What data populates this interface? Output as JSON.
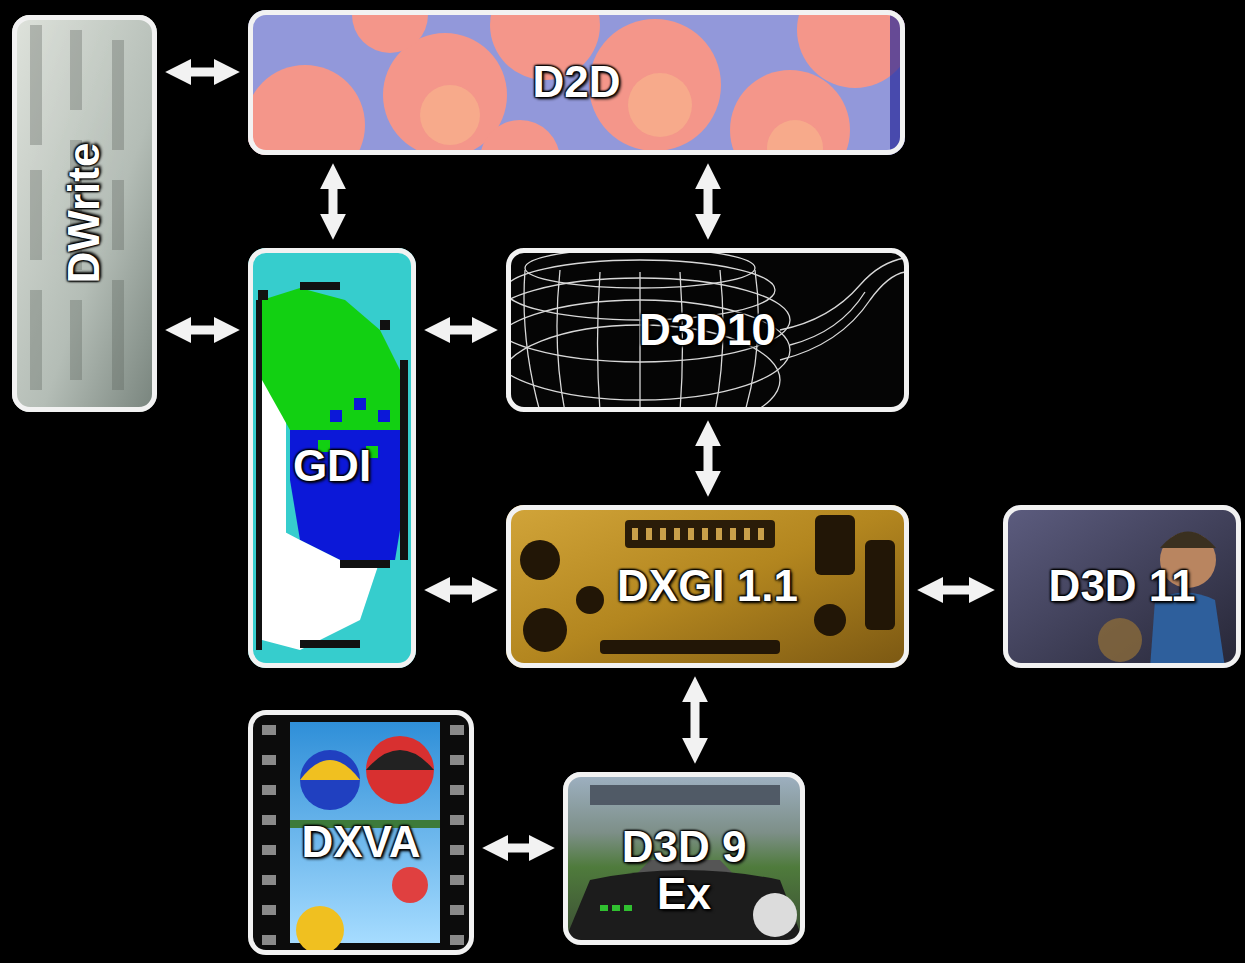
{
  "diagram": {
    "nodes": [
      {
        "text": [
          "DWrite"
        ]
      },
      {
        "text": [
          "D2D"
        ]
      },
      {
        "text": [
          "GDI"
        ]
      },
      {
        "text": [
          "D3D10"
        ]
      },
      {
        "text": [
          "DXGI 1.1"
        ]
      },
      {
        "text": [
          "D3D 11"
        ]
      },
      {
        "text": [
          "DXVA"
        ]
      },
      {
        "text": [
          "D3D 9 Ex"
        ]
      }
    ],
    "edges": [
      {
        "from": 0,
        "to": 1,
        "arrow": "both"
      },
      {
        "from": 0,
        "to": 2,
        "arrow": "both"
      },
      {
        "from": 1,
        "to": 2,
        "arrow": "both"
      },
      {
        "from": 1,
        "to": 3,
        "arrow": "both"
      },
      {
        "from": 2,
        "to": 3,
        "arrow": "both"
      },
      {
        "from": 3,
        "to": 4,
        "arrow": "both"
      },
      {
        "from": 2,
        "to": 4,
        "arrow": "both"
      },
      {
        "from": 4,
        "to": 5,
        "arrow": "both"
      },
      {
        "from": 4,
        "to": 7,
        "arrow": "both"
      },
      {
        "from": 6,
        "to": 7,
        "arrow": "both"
      }
    ]
  }
}
